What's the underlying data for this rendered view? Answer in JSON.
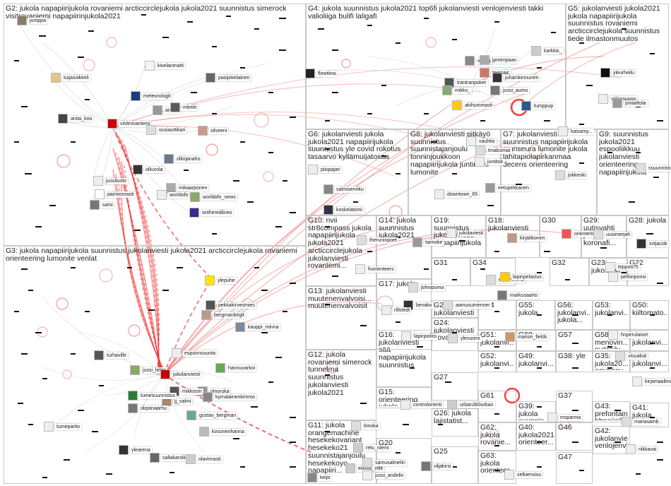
{
  "groups": [
    {
      "id": "G2",
      "label": "G2: jukola napapiirijukola rovaniemi arcticcirclejukola jukola2021 suunnistus simerock visitrovaniemi napapiirinjukola2021"
    },
    {
      "id": "G3",
      "label": "G3: jukola napapiirijukola suunnistus jukolanviesti jukola2021 arcticcirclejukola rovaniemi orienteering lumonite venlat"
    },
    {
      "id": "G4",
      "label": "G4: jukola suunnistus jukola2021 top6fi jukolanviesti venlojenviesti takki valioliiga bulifi laligafi"
    },
    {
      "id": "G5",
      "label": "G5: jukolanviesti jukola2021 jukola napapiirijukola suunnistus rovaniemi arcticcirclejukola suunnistus tiede ilmastonmuutos"
    },
    {
      "id": "G6",
      "label": "G6: jukolanviesti jukola jukola2021 napapiirijukola suunnistus yle covid rokotus tasaarvo kyllämuijatosaa"
    },
    {
      "id": "G7",
      "label": "G7: jukolanviesti suunnistus napapiirijukola munseura lumonite jukola lahitapiolapirkanmaa decens orienteering"
    },
    {
      "id": "G8",
      "label": "G8: jukolanviesti pitkäyö suunnistus suunnistajanjoulu tonninjoukkoon napapiirijukola juntinkeli lumonite"
    },
    {
      "id": "G9",
      "label": "G9: suunnistus jukola2021 espooliikkuu jukolanviesti orienteering napapiirijukola"
    },
    {
      "id": "G10",
      "label": "G10: nvii str8compass jukola napapiirijukola jukola2021 arcticcirclejukola jukolanviesti rovaniemi..."
    },
    {
      "id": "G11",
      "label": "G11: jukola orangemachine hesekekovariant hesekeko21 suunnistajanjoulu hesekekoyo napapiiri..."
    },
    {
      "id": "G12",
      "label": "G12: jukola rovaniemi simerock tunnelma suunnistus jukolanviesti jukola2021"
    },
    {
      "id": "G13",
      "label": "G13: jukolanviesti muutenenvalvoisi... muutenenvalvoisit"
    },
    {
      "id": "G14",
      "label": "G14: jukola suunnistus jukola2021"
    },
    {
      "id": "G15",
      "label": "G15: orienteering jukola viestiliiga idrefjäll..."
    },
    {
      "id": "G16",
      "label": "G16: jukolanviesti sää napapiirijukola suunnistus"
    },
    {
      "id": "G17",
      "label": "G17: jukola"
    },
    {
      "id": "G18",
      "label": "G18: jukolanviesti"
    },
    {
      "id": "G19",
      "label": "G19: suunnistus jukolanviesti napapiirijukola"
    },
    {
      "id": "G20",
      "label": "G20"
    },
    {
      "id": "G21",
      "label": "G21: jukolanviesti suunnistus"
    },
    {
      "id": "G22",
      "label": "G22"
    },
    {
      "id": "G23",
      "label": "G23: jukolanvi..."
    },
    {
      "id": "G24",
      "label": "G24: jukolanviesti kova"
    },
    {
      "id": "G25",
      "label": "G25"
    },
    {
      "id": "G26",
      "label": "G26: jukola lajistatist..."
    },
    {
      "id": "G27",
      "label": "G27"
    },
    {
      "id": "G28",
      "label": "G28: jukola"
    },
    {
      "id": "G29",
      "label": "G29: uutisvahti jukola koronafi..."
    },
    {
      "id": "G30",
      "label": "G30"
    },
    {
      "id": "G31",
      "label": "G31"
    },
    {
      "id": "G32",
      "label": "G32"
    },
    {
      "id": "G34",
      "label": "G34"
    },
    {
      "id": "G35",
      "label": "G35: jukola20... oounasv..."
    },
    {
      "id": "G36",
      "label": "G36: jukolanvi..."
    },
    {
      "id": "G37",
      "label": "G37"
    },
    {
      "id": "G38",
      "label": "G38: yle"
    },
    {
      "id": "G39",
      "label": "G39: jukola suunnis..."
    },
    {
      "id": "G40",
      "label": "G40: jukola2021 orienteer..."
    },
    {
      "id": "G41",
      "label": "G41: jukola"
    },
    {
      "id": "G42",
      "label": "G42: jukolanvie... venlojenvi..."
    },
    {
      "id": "G43",
      "label": "G43: prefontain... bbnaija6..."
    },
    {
      "id": "G46",
      "label": "G46"
    },
    {
      "id": "G47",
      "label": "G47"
    },
    {
      "id": "G49",
      "label": "G49: jukolanvi..."
    },
    {
      "id": "G50",
      "label": "G50: kiiltomato..."
    },
    {
      "id": "G51",
      "label": "G51: jukolanvi..."
    },
    {
      "id": "G52",
      "label": "G52: jukolanvi..."
    },
    {
      "id": "G53",
      "label": "G53: jukolanvi..."
    },
    {
      "id": "G54",
      "label": "G54"
    },
    {
      "id": "G55",
      "label": "G55: jukola"
    },
    {
      "id": "G56",
      "label": "G56: jukolanvi... jukola..."
    },
    {
      "id": "G57",
      "label": "G57"
    },
    {
      "id": "G58",
      "label": "G58: menovin... pyöräily..."
    },
    {
      "id": "G59",
      "label": "G59: jukolanvi..."
    },
    {
      "id": "G60",
      "label": "G60"
    },
    {
      "id": "G61",
      "label": "G61"
    },
    {
      "id": "G62",
      "label": "G62: jukola rovanie..."
    },
    {
      "id": "G63",
      "label": "G63: jukola orienteer..."
    }
  ],
  "nodes": [
    {
      "g": "G2",
      "label": "jumppa"
    },
    {
      "g": "G2",
      "label": "kivelanmatti"
    },
    {
      "g": "G2",
      "label": "tuijasoikkeli"
    },
    {
      "g": "G2",
      "label": "pasijokelainen"
    },
    {
      "g": "G2",
      "label": "meteorologit"
    },
    {
      "g": "G2",
      "label": "anita_koo"
    },
    {
      "g": "G2",
      "label": "antona"
    },
    {
      "g": "G2",
      "label": "mtreiti"
    },
    {
      "g": "G2",
      "label": "visitrovaniemi"
    },
    {
      "g": "G2",
      "label": "ousiauttikari"
    },
    {
      "g": "G2",
      "label": "silveeni"
    },
    {
      "g": "G2",
      "label": "olliojanaho"
    },
    {
      "g": "G2",
      "label": "olkurola"
    },
    {
      "g": "G2",
      "label": "worldofo_news"
    },
    {
      "g": "G2",
      "label": "jussiluoto"
    },
    {
      "g": "G2",
      "label": "mikaarponen"
    },
    {
      "g": "G2",
      "label": "worldofo"
    },
    {
      "g": "G2",
      "label": "sami"
    },
    {
      "g": "G2",
      "label": "paimionrasti"
    },
    {
      "g": "G2",
      "label": "ontheredlineo"
    },
    {
      "g": "G3",
      "label": "ylepuhe"
    },
    {
      "g": "G3",
      "label": "pekkakirvesmies"
    },
    {
      "g": "G3",
      "label": "bergmanbirgit"
    },
    {
      "g": "G3",
      "label": "kauppi_minna"
    },
    {
      "g": "G3",
      "label": "turhaville"
    },
    {
      "g": "G3",
      "label": "espoonsuunta"
    },
    {
      "g": "G3",
      "label": "jussi_lehto"
    },
    {
      "g": "G3",
      "label": "jukolanviesti"
    },
    {
      "g": "G3",
      "label": "hannuvarkoi"
    },
    {
      "g": "G3",
      "label": "olnorska"
    },
    {
      "g": "G3",
      "label": "mikkosm"
    },
    {
      "g": "G3",
      "label": "kymalainenkimmo"
    },
    {
      "g": "G3",
      "label": "jj_salmi"
    },
    {
      "g": "G3",
      "label": "tumesuunnistus"
    },
    {
      "g": "G3",
      "label": "okpanaarhu"
    },
    {
      "g": "G3",
      "label": "gustav_bergman"
    },
    {
      "g": "G3",
      "label": "kosonenhanna"
    },
    {
      "g": "G3",
      "label": "tumepartio"
    },
    {
      "g": "G3",
      "label": "ylearena"
    },
    {
      "g": "G3",
      "label": "sallakarolii"
    },
    {
      "g": "G3",
      "label": "olavinrasti"
    },
    {
      "g": "G4",
      "label": "flowtiina"
    },
    {
      "g": "G4",
      "label": "valluq"
    },
    {
      "g": "G4",
      "label": "jpmimpaan"
    },
    {
      "g": "G4",
      "label": "karkkis_"
    },
    {
      "g": "G4",
      "label": "trantranpoker"
    },
    {
      "g": "G4",
      "label": "teemaic"
    },
    {
      "g": "G4",
      "label": "juhamkinnunen"
    },
    {
      "g": "G4",
      "label": "mikko_"
    },
    {
      "g": "G4",
      "label": "akihummasti"
    },
    {
      "g": "G4",
      "label": "jussi_aumo"
    },
    {
      "g": "G4",
      "label": "tumppup"
    },
    {
      "g": "G5",
      "label": "yleurheilu"
    },
    {
      "g": "G5",
      "label": "virkiasuunn"
    },
    {
      "g": "G5",
      "label": "joniaittola"
    },
    {
      "g": "G6",
      "label": "piispajari"
    },
    {
      "g": "G6",
      "label": "salmisenriku"
    },
    {
      "g": "G6",
      "label": "koskelatomi"
    },
    {
      "g": "G7",
      "label": "kaisamy..."
    },
    {
      "g": "G7",
      "label": "jokkenki"
    },
    {
      "g": "G8",
      "label": "vauhtio"
    },
    {
      "g": "G8",
      "label": "tmaksimai"
    },
    {
      "g": "G8",
      "label": "juntitok"
    },
    {
      "g": "G8",
      "label": "eetupekkanen"
    },
    {
      "g": "G8",
      "label": "downtown_65"
    },
    {
      "g": "G9",
      "label": "ssuunnistussl"
    },
    {
      "g": "G10",
      "label": "theruninpoet"
    },
    {
      "g": "G10",
      "label": "fvorienteers"
    },
    {
      "g": "G13",
      "label": "bevako"
    },
    {
      "g": "G13",
      "label": "rillstedt"
    },
    {
      "g": "G14",
      "label": "taimoke"
    },
    {
      "g": "G15",
      "label": "controlorienti"
    },
    {
      "g": "G11",
      "label": "timoka"
    },
    {
      "g": "G11",
      "label": "retu_niemi"
    },
    {
      "g": "G11",
      "label": "keijo"
    },
    {
      "g": "G11",
      "label": "eikkila_ville"
    },
    {
      "g": "G20",
      "label": "samusalmelin"
    },
    {
      "g": "G20",
      "label": "jussi_andelin"
    },
    {
      "g": "G16",
      "label": "lapinpoliisi"
    },
    {
      "g": "G17",
      "label": "johnipuma"
    },
    {
      "g": "G18",
      "label": "kirjaitkonen"
    },
    {
      "g": "G19",
      "label": "jukolaviesti"
    },
    {
      "g": "G21",
      "label": "aamusumenner"
    },
    {
      "g": "G24",
      "label": "ylesuomi"
    },
    {
      "g": "G25",
      "label": "viljakirsi"
    },
    {
      "g": "G26",
      "label": "urban380urban"
    },
    {
      "g": "G28",
      "label": "svtjacob"
    },
    {
      "g": "G29",
      "label": "orientering"
    },
    {
      "g": "G29",
      "label": "uusimerjah"
    },
    {
      "g": "G22",
      "label": "teppoti75"
    },
    {
      "g": "G22",
      "label": "pellonponsi"
    },
    {
      "g": "G31",
      "label": "ellahhelena"
    },
    {
      "g": "G34",
      "label": "lapinpelastus"
    },
    {
      "g": "G34",
      "label": "markusaarto"
    },
    {
      "g": "G39",
      "label": "msparma"
    },
    {
      "g": "G40",
      "label": "marion_fields"
    },
    {
      "g": "G50",
      "label": "hnperulaiset"
    },
    {
      "g": "G50",
      "label": "visualisti"
    },
    {
      "g": "G36",
      "label": "kirjamaailma"
    },
    {
      "g": "G41",
      "label": "mariasamb"
    },
    {
      "g": "G41",
      "label": "riikkavai"
    },
    {
      "g": "G63",
      "label": "selkiensisu"
    }
  ]
}
